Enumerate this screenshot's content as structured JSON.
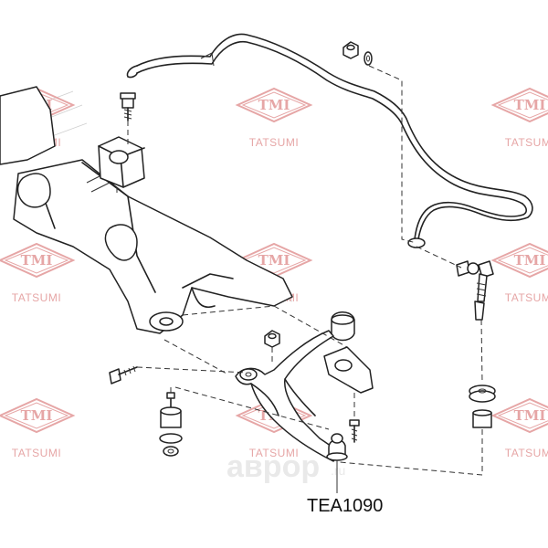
{
  "watermark": {
    "logo_text": "TMI",
    "word": "TATSUMI",
    "color": "#e6a6a6",
    "site_main": "аврор",
    "site_suffix": ".ru"
  },
  "part": {
    "code": "TEA1090"
  }
}
